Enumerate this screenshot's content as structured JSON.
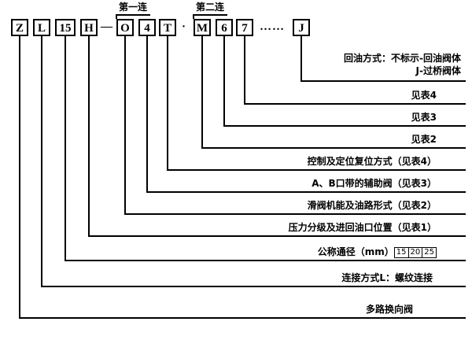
{
  "code": {
    "segments": [
      {
        "text": "Z"
      },
      {
        "text": "L"
      },
      {
        "text": "15"
      },
      {
        "text": "H"
      },
      {
        "text": "—"
      },
      {
        "text": "O"
      },
      {
        "text": "4"
      },
      {
        "text": "T"
      },
      {
        "text": "·"
      },
      {
        "text": "M"
      },
      {
        "text": "6"
      },
      {
        "text": "7"
      },
      {
        "text": "……"
      },
      {
        "text": "J"
      }
    ],
    "group_labels": [
      {
        "text": "第一连"
      },
      {
        "text": "第二连"
      }
    ]
  },
  "callouts": {
    "return_oil": {
      "line1": "回油方式：不标示-回油阀体",
      "line2": "J-过桥阀体"
    },
    "see_table4": "见表4",
    "see_table3": "见表3",
    "see_table2": "见表2",
    "control_reset": "控制及定位复位方式（见表4）",
    "auxiliary_valve": "A、B口带的辅助阀（见表3）",
    "spool_function": "滑阀机能及油路形式（见表2）",
    "pressure_grade": "压力分级及进回油口位置（见表1）",
    "nominal_diameter_prefix": "公称通径（mm）",
    "diameter_sizes": [
      "15",
      "20",
      "25"
    ],
    "connection_type": "连接方式L：螺纹连接",
    "valve_name": "多路换向阀"
  }
}
